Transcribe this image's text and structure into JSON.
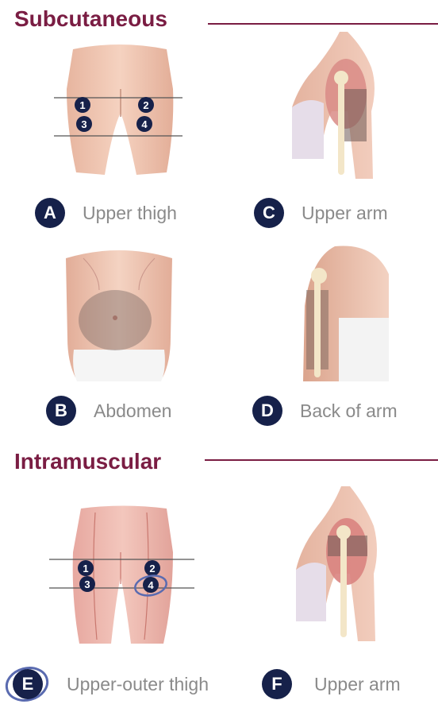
{
  "subcutaneous": {
    "title": "Subcutaneous",
    "sites": [
      {
        "letter": "A",
        "label": "Upper thigh"
      },
      {
        "letter": "C",
        "label": "Upper arm"
      },
      {
        "letter": "B",
        "label": "Abdomen"
      },
      {
        "letter": "D",
        "label": "Back of arm"
      }
    ],
    "thigh_markers": [
      "1",
      "2",
      "3",
      "4"
    ]
  },
  "intramuscular": {
    "title": "Intramuscular",
    "sites": [
      {
        "letter": "E",
        "label": "Upper-outer thigh"
      },
      {
        "letter": "F",
        "label": "Upper arm"
      }
    ],
    "thigh_markers": [
      "1",
      "2",
      "3",
      "4"
    ]
  },
  "colors": {
    "heading": "#7a1d43",
    "badge": "#16214a",
    "label": "#8a8a8a",
    "highlight_ring": "#5a6bb0"
  }
}
